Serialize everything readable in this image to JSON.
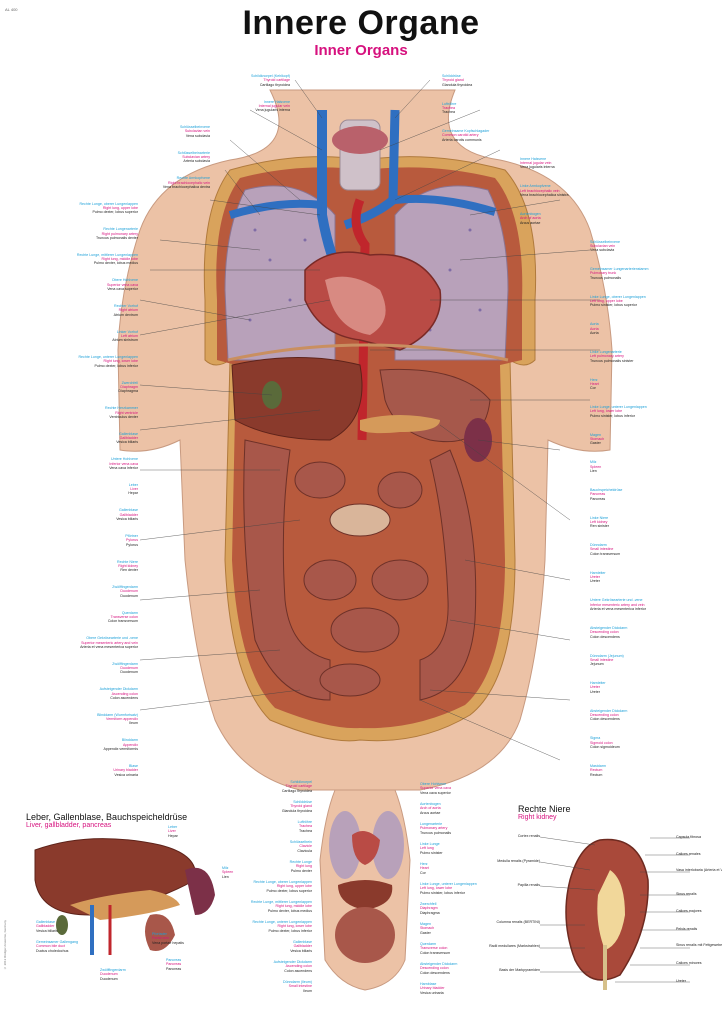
{
  "header": {
    "code": "AL 400",
    "title": "Innere Organe",
    "subtitle": "Inner Organs"
  },
  "labels_left": [
    {
      "de": "Schildknorpel (Kehlkopf)",
      "en": "Thyroid cartilage",
      "la": "Cartilago thyroidea"
    },
    {
      "de": "Innere Halsvene",
      "en": "Internal jugular vein",
      "la": "Vena jugularis interna"
    },
    {
      "de": "Schlüsselbeinvene",
      "en": "Subclavian vein",
      "la": "Vena subclavia"
    },
    {
      "de": "Schlüsselbeinarterie",
      "en": "Subclavian artery",
      "la": "Arteria subclavia"
    },
    {
      "de": "Rechte Armkopfvene",
      "en": "Right brachiocephalic vein",
      "la": "Vena brachiocephalica dextra"
    },
    {
      "de": "Rechte Lunge, oberer Lungenlappen",
      "en": "Right lung, upper lobe",
      "la": "Pulmo dexter, lobus superior"
    },
    {
      "de": "Rechte Lungenarterie",
      "en": "Right pulmonary artery",
      "la": "Truncus pulmonalis dexter"
    },
    {
      "de": "Rechte Lunge, mittlerer Lungenlappen",
      "en": "Right lung, middle lobe",
      "la": "Pulmo dexter, lobus medius"
    },
    {
      "de": "Obere Hohlvene",
      "en": "Superior vena cava",
      "la": "Vena cava superior"
    },
    {
      "de": "Rechter Vorhof",
      "en": "Right atrium",
      "la": "Atrium dextrum"
    },
    {
      "de": "Linker Vorhof",
      "en": "Left atrium",
      "la": "Atrium sinistrum"
    },
    {
      "de": "Rechte Lunge, unterer Lungenlappen",
      "en": "Right lung, lower lobe",
      "la": "Pulmo dexter, lobus inferior"
    },
    {
      "de": "Zwerchfell",
      "en": "Diaphragm",
      "la": "Diaphragma"
    },
    {
      "de": "Rechte Herzkammer",
      "en": "Right ventricle",
      "la": "Ventriculus dexter"
    },
    {
      "de": "Gallenblase",
      "en": "Gallbladder",
      "la": "Vesica biliaris"
    },
    {
      "de": "Untere Hohlvene",
      "en": "Inferior vena cava",
      "la": "Vena cava inferior"
    },
    {
      "de": "Leber",
      "en": "Liver",
      "la": "Hepar"
    },
    {
      "de": "Gallenblase",
      "en": "Gallbladder",
      "la": "Vesica biliaris"
    },
    {
      "de": "Pförtner",
      "en": "Pylorus",
      "la": "Pylorus"
    },
    {
      "de": "Rechte Niere",
      "en": "Right kidney",
      "la": "Ren dexter"
    },
    {
      "de": "Zwölffingerdarm",
      "en": "Duodenum",
      "la": "Duodenum"
    },
    {
      "de": "Querdarm",
      "en": "Transverse colon",
      "la": "Colon transversum"
    },
    {
      "de": "Obere Gekrösearterie und -vene",
      "en": "Superior mesenteric artery and vein",
      "la": "Arteria et vena mesenterica superior"
    },
    {
      "de": "Zwölffingerdarm",
      "en": "Duodenum",
      "la": "Duodenum"
    },
    {
      "de": "Aufsteigender Dickdarm",
      "en": "Ascending colon",
      "la": "Colon ascendens"
    },
    {
      "de": "Blinddarm (Wurmfortsatz)",
      "en": "Vermiform appendix",
      "la": "Ileum"
    },
    {
      "de": "Blinddarm",
      "en": "Appendix",
      "la": "Appendix vermiformis"
    },
    {
      "de": "Blase",
      "en": "Urinary bladder",
      "la": "Vesica urinaria"
    }
  ],
  "labels_right": [
    {
      "de": "Schilddrüse",
      "en": "Thyroid gland",
      "la": "Glandula thyroidea"
    },
    {
      "de": "Luftröhre",
      "en": "Trachea",
      "la": "Trachea"
    },
    {
      "de": "Gemeinsame Kopfschlagader",
      "en": "Common carotid artery",
      "la": "Arteria carotis communis"
    },
    {
      "de": "Innere Halsvene",
      "en": "Internal jugular vein",
      "la": "Vena jugularis interna"
    },
    {
      "de": "Linke Armkopfvene",
      "en": "Left brachiocephalic vein",
      "la": "Vena brachiocephalica sinistra"
    },
    {
      "de": "Aortenbogen",
      "en": "Arch of aorta",
      "la": "Arcus aortae"
    },
    {
      "de": "Schlüsselbeinvene",
      "en": "Subclavian vein",
      "la": "Vena subclavia"
    },
    {
      "de": "Gemeinsamer Lungenarterienstamm",
      "en": "Pulmonary trunk",
      "la": "Truncus pulmonalis"
    },
    {
      "de": "Linke Lunge, oberer Lungenlappen",
      "en": "Left lung, upper lobe",
      "la": "Pulmo sinister, lobus superior"
    },
    {
      "de": "Aorta",
      "en": "Aorta",
      "la": "Aorta"
    },
    {
      "de": "Linke Lungenarterie",
      "en": "Left pulmonary artery",
      "la": "Truncus pulmonalis sinister"
    },
    {
      "de": "Herz",
      "en": "Heart",
      "la": "Cor"
    },
    {
      "de": "Linke Lunge, unterer Lungenlappen",
      "en": "Left lung, lower lobe",
      "la": "Pulmo sinister, lobus inferior"
    },
    {
      "de": "Magen",
      "en": "Stomach",
      "la": "Gaster"
    },
    {
      "de": "Milz",
      "en": "Spleen",
      "la": "Lien"
    },
    {
      "de": "Bauchspeicheldrüse",
      "en": "Pancreas",
      "la": "Pancreas"
    },
    {
      "de": "Linke Niere",
      "en": "Left kidney",
      "la": "Ren sinister"
    },
    {
      "de": "Dünndarm",
      "en": "Small intestine",
      "la": "Colon transversum"
    },
    {
      "de": "Harnleiter",
      "en": "Ureter",
      "la": "Ureter"
    },
    {
      "de": "Untere Gekrösearterie und -vene",
      "en": "Inferior mesenteric artery and vein",
      "la": "Arteria et vena mesenterica inferior"
    },
    {
      "de": "Absteigender Dickdarm",
      "en": "Descending colon",
      "la": "Colon descendens"
    },
    {
      "de": "Dünndarm (Jejunum)",
      "en": "Small intestine",
      "la": "Jejunum"
    },
    {
      "de": "Harnleiter",
      "en": "Ureter",
      "la": "Ureter"
    },
    {
      "de": "Absteigender Dickdarm",
      "en": "Descending colon",
      "la": "Colon descendens"
    },
    {
      "de": "Sigma",
      "en": "Sigmoid colon",
      "la": "Colon sigmoideum"
    },
    {
      "de": "Mastdarm",
      "en": "Rectum",
      "la": "Rectum"
    }
  ],
  "inset_liver": {
    "title": "Leber, Gallenblase, Bauchspeicheldrüse",
    "subtitle": "Liver, gallbladder, pancreas",
    "labels": [
      {
        "de": "Leber",
        "en": "Liver",
        "la": "Hepar"
      },
      {
        "de": "Milz",
        "en": "Spleen",
        "la": "Lien"
      },
      {
        "de": "Gallenblase",
        "en": "Gallbladder",
        "la": "Vesica biliaris"
      },
      {
        "de": "Gemeinsamer Gallengang",
        "en": "Common bile duct",
        "la": "Ductus choledochus"
      },
      {
        "de": "Pfortader",
        "en": "Portal vein",
        "la": "Vena portae hepatis"
      },
      {
        "de": "Zwölffingerdarm",
        "en": "Duodenum",
        "la": "Duodenum"
      },
      {
        "de": "Pancreas",
        "en": "Pancreas",
        "la": "Pancreas"
      }
    ]
  },
  "inset_torso": {
    "labels_left": [
      {
        "de": "Schildknorpel",
        "en": "Thyroid cartilage",
        "la": "Cartilago thyroidea"
      },
      {
        "de": "Schilddrüse",
        "en": "Thyroid gland",
        "la": "Glandula thyroidea"
      },
      {
        "de": "Luftröhre",
        "en": "Trachea",
        "la": "Trachea"
      },
      {
        "de": "Schlüsselbein",
        "en": "Clavicle",
        "la": "Clavicula"
      },
      {
        "de": "Rechte Lunge",
        "en": "Right lung",
        "la": "Pulmo dexter"
      },
      {
        "de": "Rechte Lunge, oberer Lungenlappen",
        "en": "Right lung, upper lobe",
        "la": "Pulmo dexter, lobus superior"
      },
      {
        "de": "Rechte Lunge, mittlerer Lungenlappen",
        "en": "Right lung, middle lobe",
        "la": "Pulmo dexter, lobus medius"
      },
      {
        "de": "Rechte Lunge, unterer Lungenlappen",
        "en": "Right lung, lower lobe",
        "la": "Pulmo dexter, lobus inferior"
      },
      {
        "de": "Gallenblase",
        "en": "Gallbladder",
        "la": "Vesica biliaris"
      },
      {
        "de": "Aufsteigender Dickdarm",
        "en": "Ascending colon",
        "la": "Colon ascendens"
      },
      {
        "de": "Dünndarm (Ileum)",
        "en": "Small intestine",
        "la": "Ileum"
      }
    ],
    "labels_right": [
      {
        "de": "Obere Hohlvene",
        "en": "Superior vena cava",
        "la": "Vena cava superior"
      },
      {
        "de": "Aortenbogen",
        "en": "Arch of aorta",
        "la": "Arcus aortae"
      },
      {
        "de": "Lungenarterie",
        "en": "Pulmonary artery",
        "la": "Truncus pulmonalis"
      },
      {
        "de": "Linke Lunge",
        "en": "Left lung",
        "la": "Pulmo sinister"
      },
      {
        "de": "Herz",
        "en": "Heart",
        "la": "Cor"
      },
      {
        "de": "Linke Lunge, unterer Lungenlappen",
        "en": "Left lung, lower lobe",
        "la": "Pulmo sinister, lobus inferior"
      },
      {
        "de": "Zwerchfell",
        "en": "Diaphragm",
        "la": "Diaphragma"
      },
      {
        "de": "Magen",
        "en": "Stomach",
        "la": "Gaster"
      },
      {
        "de": "Querdarm",
        "en": "Transverse colon",
        "la": "Colon transversum"
      },
      {
        "de": "Absteigender Dickdarm",
        "en": "Descending colon",
        "la": "Colon descendens"
      },
      {
        "de": "Harnblase",
        "en": "Urinary bladder",
        "la": "Vesica urinaria"
      }
    ]
  },
  "inset_kidney": {
    "title": "Rechte Niere",
    "subtitle": "Right kidney",
    "labels_left": [
      {
        "la": "Cortex renalis"
      },
      {
        "la": "Medulla renalis (Pyramide)"
      },
      {
        "la": "Papilla renalis"
      },
      {
        "la": "Columna renalis (BERTINI)"
      },
      {
        "la": "Radii medullares (Markstrahlen)"
      },
      {
        "la": "Basis der Markpyramiden"
      }
    ],
    "labels_right": [
      {
        "la": "Capsula fibrosa"
      },
      {
        "la": "Calices renales"
      },
      {
        "la": "Vasa interlobaria (Arteria et Vena interlobaris)"
      },
      {
        "la": "Sinus renalis"
      },
      {
        "la": "Calices majores"
      },
      {
        "la": "Pelvis renalis"
      },
      {
        "la": "Sinus renalis mit Fettgewebe"
      },
      {
        "la": "Calices minores"
      },
      {
        "la": "Ureter"
      }
    ]
  },
  "copyright": "© 2013 Rüdiger Anatomie, Germany",
  "colors": {
    "skin": "#e8b99a",
    "muscle": "#b5533a",
    "lung": "#b8a1ba",
    "vein": "#2f6fc1",
    "artery": "#c0262c",
    "intestine": "#a8574a",
    "liver": "#8a3a2c",
    "fat": "#e8c25a",
    "label_de": "#1a9fd8",
    "label_en": "#d6117e"
  }
}
